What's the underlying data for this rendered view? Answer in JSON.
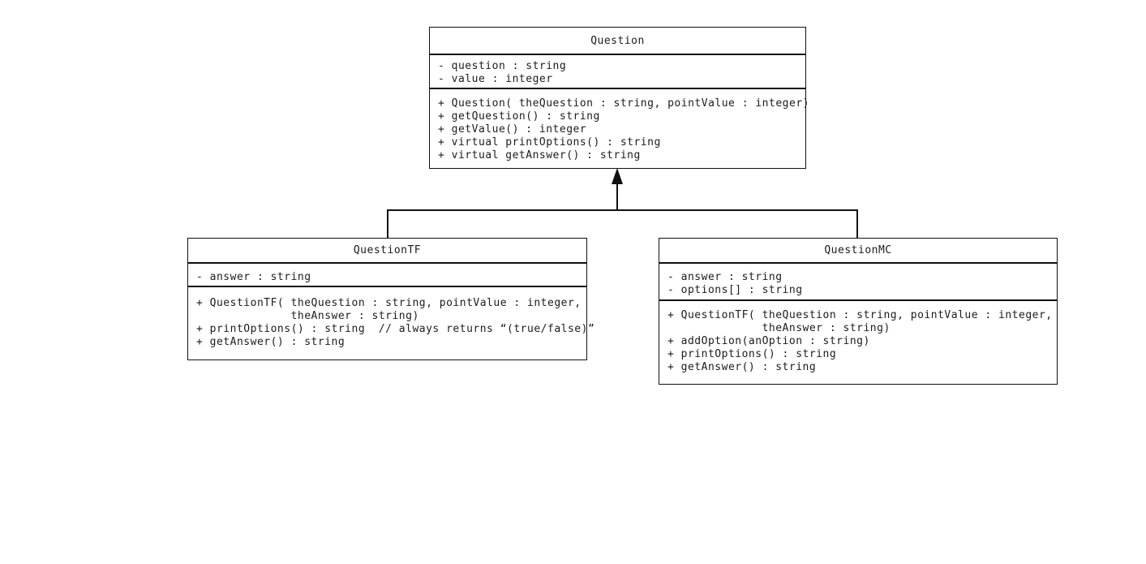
{
  "diagram": {
    "kind": "uml-class-diagram"
  },
  "classes": {
    "question": {
      "name": "Question",
      "attributes": [
        "- question : string",
        "- value : integer"
      ],
      "methods": [
        "+ Question( theQuestion : string, pointValue : integer)",
        "+ getQuestion() : string",
        "+ getValue() : integer",
        "+ virtual printOptions() : string",
        "+ virtual getAnswer() : string"
      ]
    },
    "questionTF": {
      "name": "QuestionTF",
      "attributes": [
        "- answer : string"
      ],
      "methods": [
        "+ QuestionTF( theQuestion : string, pointValue : integer,",
        "              theAnswer : string)",
        "+ printOptions() : string  // always returns “(true/false)”",
        "+ getAnswer() : string"
      ]
    },
    "questionMC": {
      "name": "QuestionMC",
      "attributes": [
        "- answer : string",
        "- options[] : string"
      ],
      "methods": [
        "+ QuestionTF( theQuestion : string, pointValue : integer,",
        "              theAnswer : string)",
        "+ addOption(anOption : string)",
        "+ printOptions() : string",
        "+ getAnswer() : string"
      ]
    }
  },
  "relationships": [
    {
      "type": "inheritance",
      "from": "QuestionTF",
      "to": "Question"
    },
    {
      "type": "inheritance",
      "from": "QuestionMC",
      "to": "Question"
    }
  ],
  "colors": {
    "line": "#111111",
    "text": "#1c1c1c",
    "background": "#ffffff"
  }
}
